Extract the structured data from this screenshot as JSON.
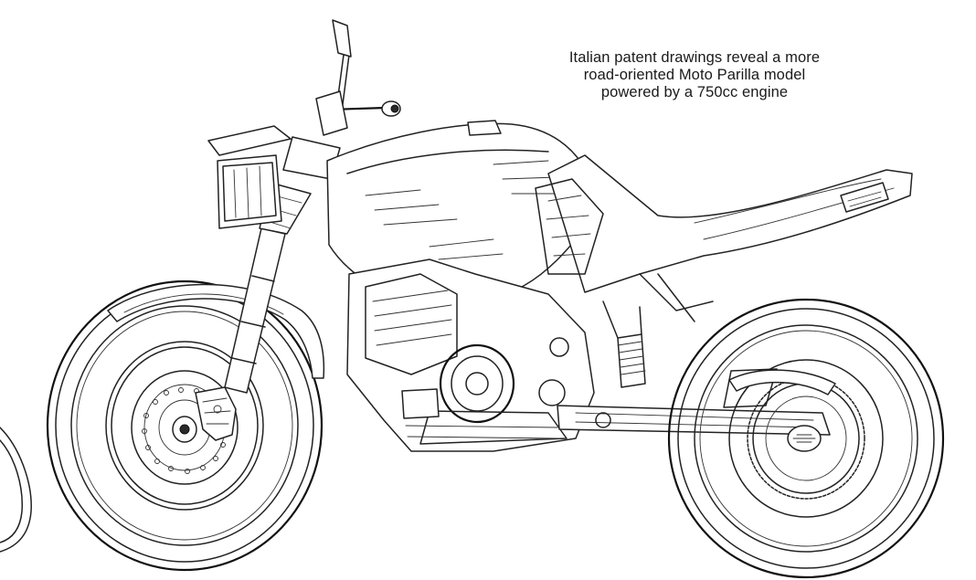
{
  "caption": {
    "line1": "Italian patent drawings reveal a more",
    "line2": "road-oriented Moto Parilla model",
    "line3": "powered by a 750cc engine"
  },
  "illustration": {
    "icon": "motorcycle-patent-drawing-icon"
  }
}
